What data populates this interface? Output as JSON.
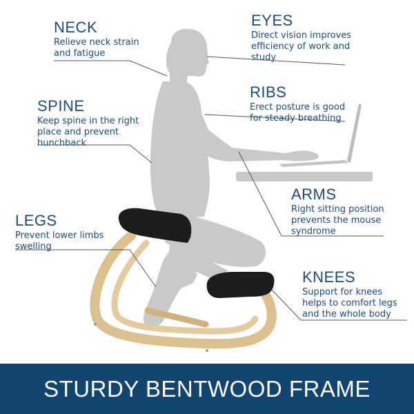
{
  "labels": {
    "neck": {
      "title": "NECK",
      "desc": [
        "Relieve neck strain",
        "and fatigue"
      ]
    },
    "eyes": {
      "title": "EYES",
      "desc": [
        "Direct vision improves",
        "efficiency of work and",
        "study"
      ]
    },
    "spine": {
      "title": "SPINE",
      "desc": [
        "Keep spine in the right",
        "place and prevent",
        "hunchback"
      ]
    },
    "ribs": {
      "title": "RIBS",
      "desc": [
        "Erect posture is good",
        "for steady breathing"
      ]
    },
    "arms": {
      "title": "ARMS",
      "desc": [
        "Right sitting position",
        "prevents the mouse",
        "syndrome"
      ]
    },
    "legs": {
      "title": "LEGS",
      "desc": [
        "Prevent lower limbs",
        "swelling"
      ]
    },
    "knees": {
      "title": "KNEES",
      "desc": [
        "Support for knees",
        "helps to comfort legs",
        "and the whole body"
      ]
    }
  },
  "footer": {
    "text": "STURDY BENTWOOD FRAME"
  },
  "colors": {
    "label_text": "#1d4a7a",
    "footer_bg": "#11456f",
    "silhouette": "#c8c8c8",
    "wood": "#dcc08e",
    "cushion": "#1c1c1c"
  }
}
